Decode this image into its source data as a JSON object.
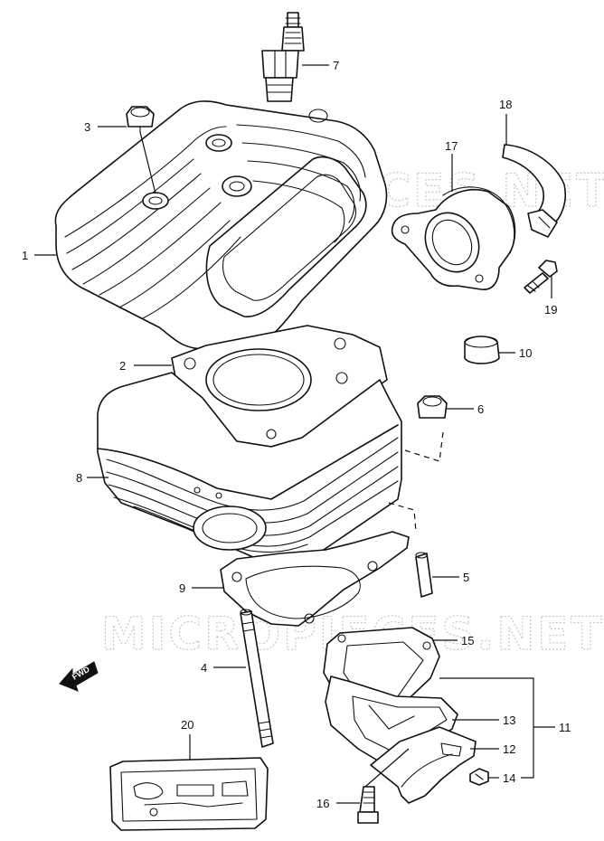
{
  "watermark": "MICROPIECES.NET",
  "fwd_label": "FWD",
  "callouts": {
    "c1": "1",
    "c2": "2",
    "c3": "3",
    "c4": "4",
    "c5": "5",
    "c6": "6",
    "c7": "7",
    "c8": "8",
    "c9": "9",
    "c10": "10",
    "c11": "11",
    "c12": "12",
    "c13": "13",
    "c14": "14",
    "c15": "15",
    "c16": "16",
    "c17": "17",
    "c18": "18",
    "c19": "19",
    "c20": "20"
  }
}
